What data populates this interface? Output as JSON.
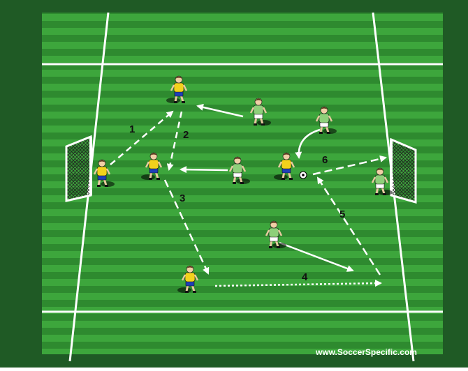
{
  "colors": {
    "border": "#1f5a25",
    "grass_dark": "#2e8a2f",
    "grass_light": "#3da63c",
    "line": "#ffffff",
    "team_shirt": "#f2d21c",
    "team_shorts": "#1f3fb8",
    "opponent_shirt": "#8ed07a",
    "opponent_shorts": "#ffffff"
  },
  "step_labels": [
    "1",
    "2",
    "3",
    "4",
    "5",
    "6"
  ],
  "watermark": "www.SoccerSpecific.com",
  "players": {
    "team": [
      "player-yellow-goalkeeper",
      "player-yellow-top",
      "player-yellow-middle",
      "player-yellow-bottom",
      "player-yellow-ball-carrier"
    ],
    "opponents": [
      "player-green-top",
      "player-green-middle",
      "player-green-upper-right",
      "player-green-bottom-right",
      "player-green-goalkeeper"
    ]
  },
  "icons": [
    "soccer-ball-icon",
    "left-goal-icon",
    "right-goal-icon"
  ]
}
